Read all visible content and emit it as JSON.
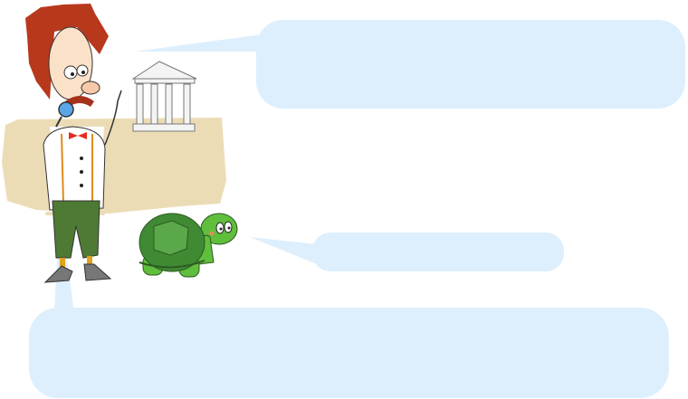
{
  "scene": {
    "characters": [
      "professor-icon",
      "turtle-icon"
    ],
    "props": [
      "temple-icon",
      "magnifying-glass-icon"
    ],
    "bubbles": [
      {
        "speaker": "professor",
        "text": ""
      },
      {
        "speaker": "turtle",
        "text": ""
      },
      {
        "speaker": "professor",
        "text": ""
      }
    ]
  },
  "colors": {
    "bubble": "#ddeffd",
    "ground": "#ecdcb6",
    "hair": "#b8381c",
    "pants": "#4e7a34",
    "turtle_body": "#5fbf3c",
    "turtle_shell": "#3f8a33"
  }
}
